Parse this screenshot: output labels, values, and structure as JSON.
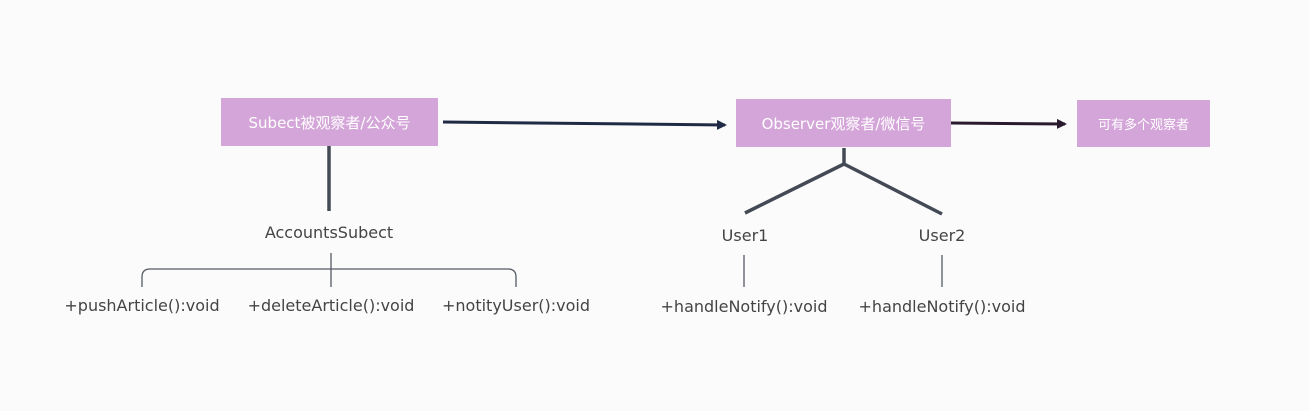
{
  "nodes": {
    "subject": "Subect被观察者/公众号",
    "observer": "Observer观察者/微信号",
    "multiple_observers": "可有多个观察者"
  },
  "subject_branch": {
    "implementation": "AccountsSubect",
    "methods": [
      "+pushArticle():void",
      "+deleteArticle():void",
      "+notityUser():void"
    ]
  },
  "observer_branch": {
    "users": [
      {
        "name": "User1",
        "method": "+handleNotify():void"
      },
      {
        "name": "User2",
        "method": "+handleNotify():void"
      }
    ]
  },
  "colors": {
    "node_fill": "#d4a5d8",
    "node_text": "#ffffff",
    "connector": "#444a55",
    "arrow": "#1f2a44",
    "arrow_dark": "#2a1a2e",
    "label_text": "#444444",
    "background": "#fbfbfb"
  }
}
